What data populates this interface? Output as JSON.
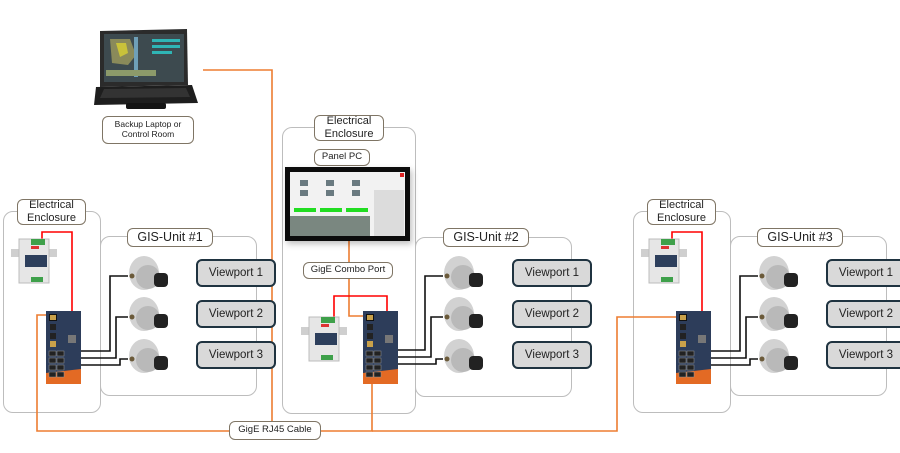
{
  "diagram": {
    "laptop": {
      "label": "Backup Laptop or\nControl Room",
      "icon": "rugged-laptop-icon"
    },
    "cable_label": "GigE RJ45 Cable",
    "colors": {
      "network_cable": "#ed7d31",
      "power_cable": "#ff0000",
      "signal_cable": "#111111",
      "group_border": "#bdbdbd",
      "label_border": "#7f7565",
      "viewport_fill": "#d9d9d9",
      "viewport_border": "#1f3340"
    },
    "sites": [
      {
        "enclosure_label": "Electrical\nEnclosure",
        "unit_label": "GIS-Unit #1",
        "devices": [
          "din-rail-power-supply-icon",
          "industrial-ethernet-switch-icon"
        ],
        "viewports": [
          "Viewport 1",
          "Viewport 2",
          "Viewport 3"
        ]
      },
      {
        "enclosure_label": "Electrical\nEnclosure",
        "panel_pc_label": "Panel PC",
        "combo_port_label": "GigE Combo Port",
        "unit_label": "GIS-Unit #2",
        "devices": [
          "panel-pc-icon",
          "din-rail-power-supply-icon",
          "industrial-ethernet-switch-icon"
        ],
        "viewports": [
          "Viewport 1",
          "Viewport 2",
          "Viewport 3"
        ]
      },
      {
        "enclosure_label": "Electrical\nEnclosure",
        "unit_label": "GIS-Unit #3",
        "devices": [
          "din-rail-power-supply-icon",
          "industrial-ethernet-switch-icon"
        ],
        "viewports": [
          "Viewport 1",
          "Viewport 2",
          "Viewport 3"
        ]
      }
    ]
  }
}
